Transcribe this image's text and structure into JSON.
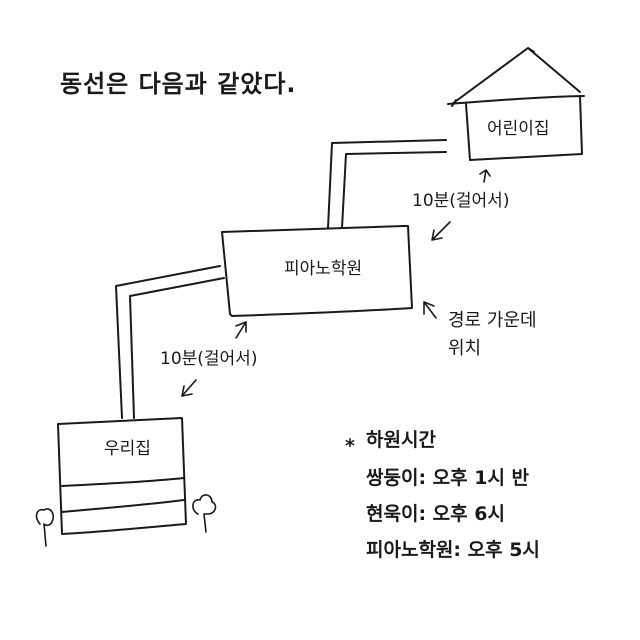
{
  "title": "동선은 다음과 같았다.",
  "places": {
    "daycare": "어린이집",
    "piano_academy": "피아노학원",
    "home": "우리집"
  },
  "route_labels": {
    "upper": "10분(걸어서)",
    "lower": "10분(걸어서)"
  },
  "position_note": {
    "line1": "경로 가운데",
    "line2": "위치"
  },
  "schedule": {
    "bullet": "*",
    "heading": "하원시간",
    "rows": [
      "쌍둥이: 오후 1시 반",
      "현욱이: 오후 6시",
      "피아노학원: 오후 5시"
    ]
  }
}
